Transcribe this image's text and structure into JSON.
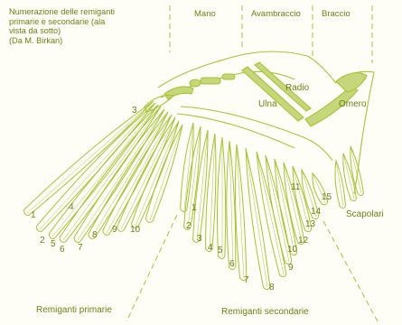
{
  "caption": [
    "Numerazione delle remiganti",
    "primarie e secondarie (ala",
    "vista da sotto)",
    "(Da M. Birkan)"
  ],
  "regions": {
    "mano": "Mano",
    "avambraccio": "Avambraccio",
    "braccio": "Braccio"
  },
  "bones": {
    "radio": "Radio",
    "ulna": "Ulna",
    "omero": "Omero"
  },
  "group_labels": {
    "scapolari": "Scapolari",
    "primarie": "Remiganti primarie",
    "secondarie": "Remiganti secondarie"
  },
  "primary_numbers": [
    "1",
    "2",
    "3",
    "4",
    "5",
    "6",
    "7",
    "8",
    "9",
    "10"
  ],
  "secondary_numbers": [
    "1",
    "2",
    "3",
    "4",
    "5",
    "6",
    "7",
    "8",
    "9",
    "10",
    "11",
    "12",
    "13",
    "14",
    "15"
  ],
  "colors": {
    "line": "#a6c23a",
    "text": "#6e7f18",
    "bone": "#c5d77a",
    "background": "#fffef6"
  }
}
